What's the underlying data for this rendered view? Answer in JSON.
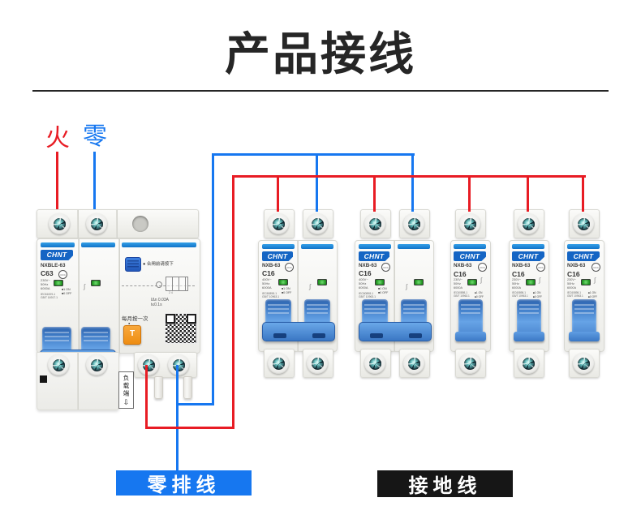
{
  "title": "产品接线",
  "colors": {
    "wire_red": "#e81c24",
    "wire_blue": "#1677f0",
    "label_blue_bg": "#1677f0",
    "label_black_bg": "#161616",
    "brand_blue": "#1565c4",
    "bar_blue": "#1173c8",
    "test_button_blue": "#2257b8",
    "test_button_orange": "#ee8d12"
  },
  "wire_labels": {
    "live": "火",
    "neutral": "零"
  },
  "icons": {
    "trip_glyph": "∫",
    "load_arrow": "⇩",
    "monthly_dot": "●"
  },
  "rcbo": {
    "brand": "CHNT",
    "model": "NXBLE-63",
    "rating": "C63",
    "cert": "CCC",
    "specs": [
      "230V~",
      "50Hz",
      "6000A"
    ],
    "standards": [
      "IEC61009-1",
      "GB/T 16917.1"
    ],
    "on_mark": "■1 ON",
    "off_mark": "■0 OFF",
    "test_note": "● 合闸前请按下",
    "residual_current": "IΔn 0.03A",
    "trip_time": "t≤0.1s",
    "schem_terminals": "2 4",
    "monthly_note": "每月按一次",
    "test_button": "T",
    "load_side": "负载端"
  },
  "breakers": [
    {
      "brand": "CHNT",
      "model": "NXB-63",
      "rating": "C16",
      "cert": "CCC",
      "specs": [
        "400V~",
        "50Hz",
        "6000A"
      ],
      "standards": [
        "IEC60898-1",
        "GB/T 10963.1"
      ],
      "on_mark": "■1 ON",
      "off_mark": "■0 OFF"
    },
    {
      "brand": "CHNT",
      "model": "NXB-63",
      "rating": "C16",
      "cert": "CCC",
      "specs": [
        "400V~",
        "50Hz",
        "6000A"
      ],
      "standards": [
        "IEC60898-1",
        "GB/T 10963.1"
      ],
      "on_mark": "■1 ON",
      "off_mark": "■0 OFF"
    },
    {
      "brand": "CHNT",
      "model": "NXB-63",
      "rating": "C16",
      "cert": "CCC",
      "specs": [
        "230V~",
        "50Hz",
        "6000A"
      ],
      "standards": [
        "IEC60898-1",
        "GB/T 10963.1"
      ],
      "on_mark": "■1 ON",
      "off_mark": "■0 OFF"
    },
    {
      "brand": "CHNT",
      "model": "NXB-63",
      "rating": "C16",
      "cert": "CCC",
      "specs": [
        "230V~",
        "50Hz",
        "6000A"
      ],
      "standards": [
        "IEC60898-1",
        "GB/T 10963.1"
      ],
      "on_mark": "■1 ON",
      "off_mark": "■0 OFF"
    },
    {
      "brand": "CHNT",
      "model": "NXB-63",
      "rating": "C16",
      "cert": "CCC",
      "specs": [
        "230V~",
        "50Hz",
        "6000A"
      ],
      "standards": [
        "IEC60898-1",
        "GB/T 10963.1"
      ],
      "on_mark": "■1 ON",
      "off_mark": "■0 OFF"
    }
  ],
  "bottom_labels": {
    "neutral_bus": "零排线",
    "ground": "接地线"
  }
}
